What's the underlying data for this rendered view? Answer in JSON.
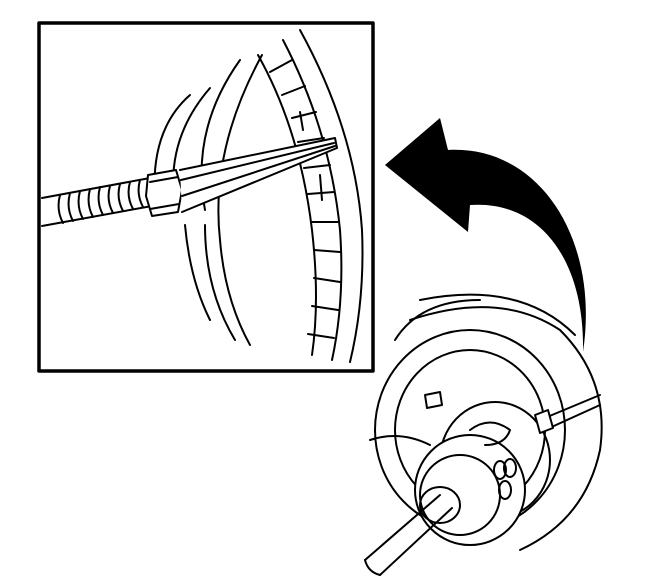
{
  "illustration": {
    "colors": {
      "line": "#000000",
      "background": "#ffffff"
    },
    "parts": [
      "detail-inset",
      "threaded-tool",
      "hex-nut",
      "tapered-punch",
      "rotor-edge",
      "rotation-arrow",
      "hub-assembly",
      "shaft"
    ]
  }
}
